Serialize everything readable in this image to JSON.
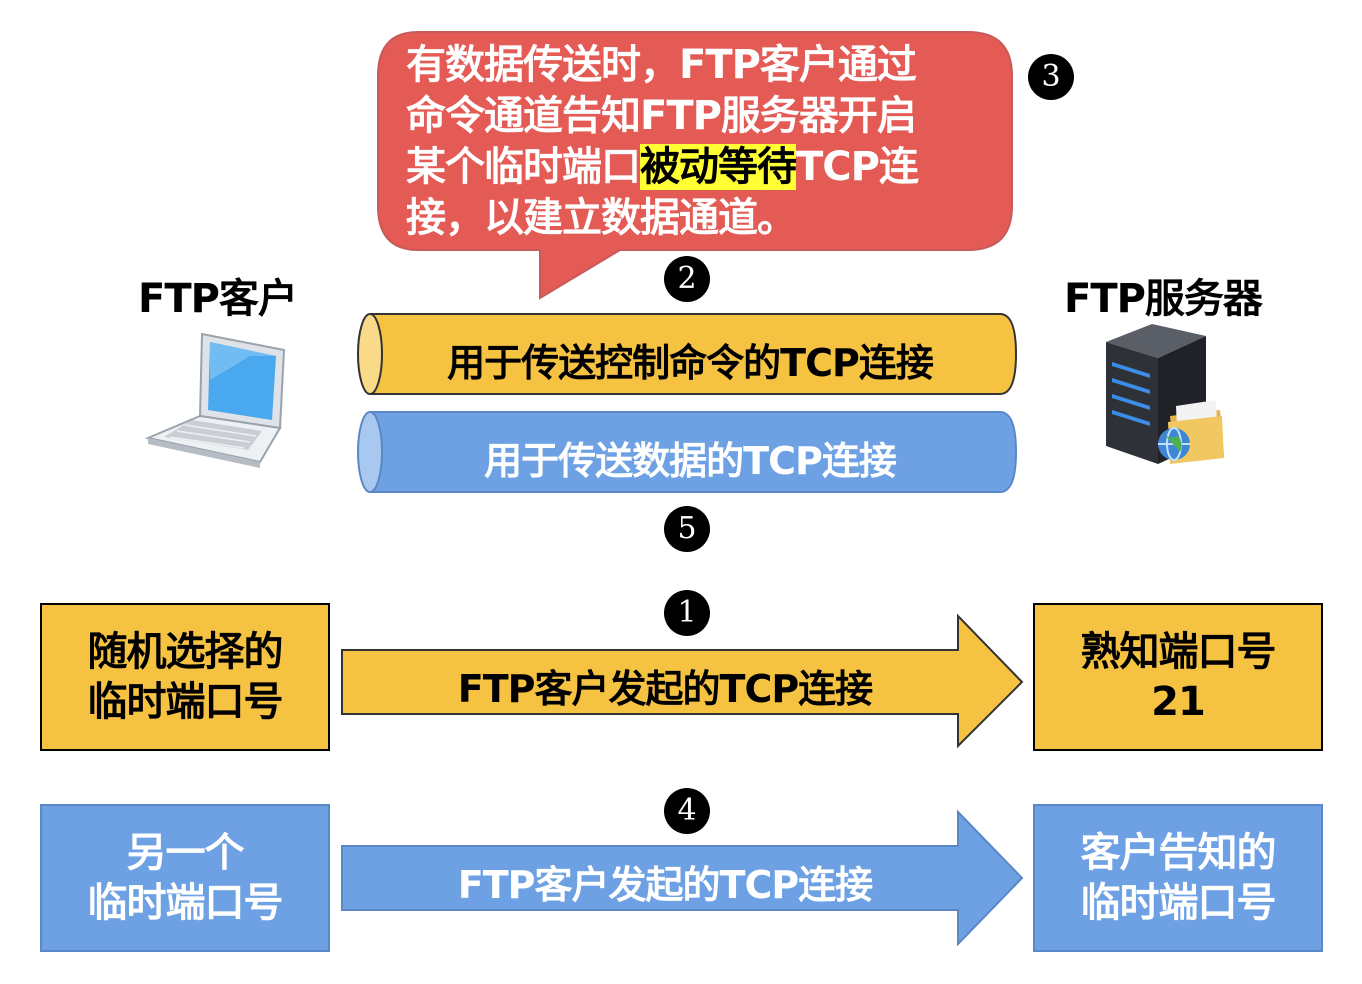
{
  "callout": {
    "line1": "有数据传送时，FTP客户通过",
    "line2": "命令通道告知FTP服务器开启",
    "line3_pre": "某个临时端口",
    "line3_highlight": "被动等待",
    "line3_post": "TCP连",
    "line4": "接，以建立数据通道。"
  },
  "steps": {
    "s1": "1",
    "s2": "2",
    "s3": "3",
    "s4": "4",
    "s5": "5"
  },
  "client": {
    "label": "FTP客户"
  },
  "server": {
    "label": "FTP服务器"
  },
  "pipes": {
    "control": "用于传送控制命令的TCP连接",
    "data": "用于传送数据的TCP连接"
  },
  "row1": {
    "left_line1": "随机选择的",
    "left_line2": "临时端口号",
    "arrow": "FTP客户发起的TCP连接",
    "right_line1": "熟知端口号",
    "right_line2": "21"
  },
  "row2": {
    "left_line1": "另一个",
    "left_line2": "临时端口号",
    "arrow": "FTP客户发起的TCP连接",
    "right_line1": "客户告知的",
    "right_line2": "临时端口号"
  },
  "colors": {
    "callout_fill": "#e45a55",
    "highlight": "#ffff33",
    "yellow": "#f5c242",
    "blue": "#6ea1e3",
    "blue_border": "#5a88c6"
  }
}
